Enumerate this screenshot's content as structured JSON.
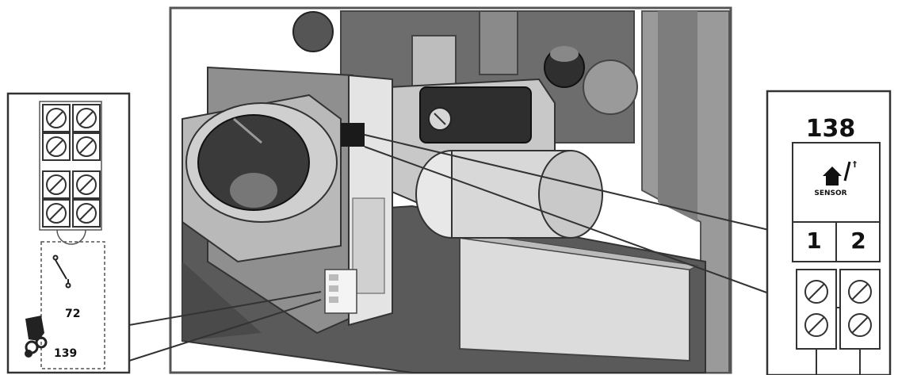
{
  "left_panel": {
    "num_top": "72",
    "num_bottom": "139"
  },
  "right_panel": {
    "title": "138",
    "sensor_label": "SENSOR",
    "terminal_1": "1",
    "terminal_2": "2"
  },
  "icons": [
    "boiler-mechanism",
    "house-sensor-icon",
    "pump-icon",
    "switch-icon",
    "screw-terminal-icon"
  ]
}
